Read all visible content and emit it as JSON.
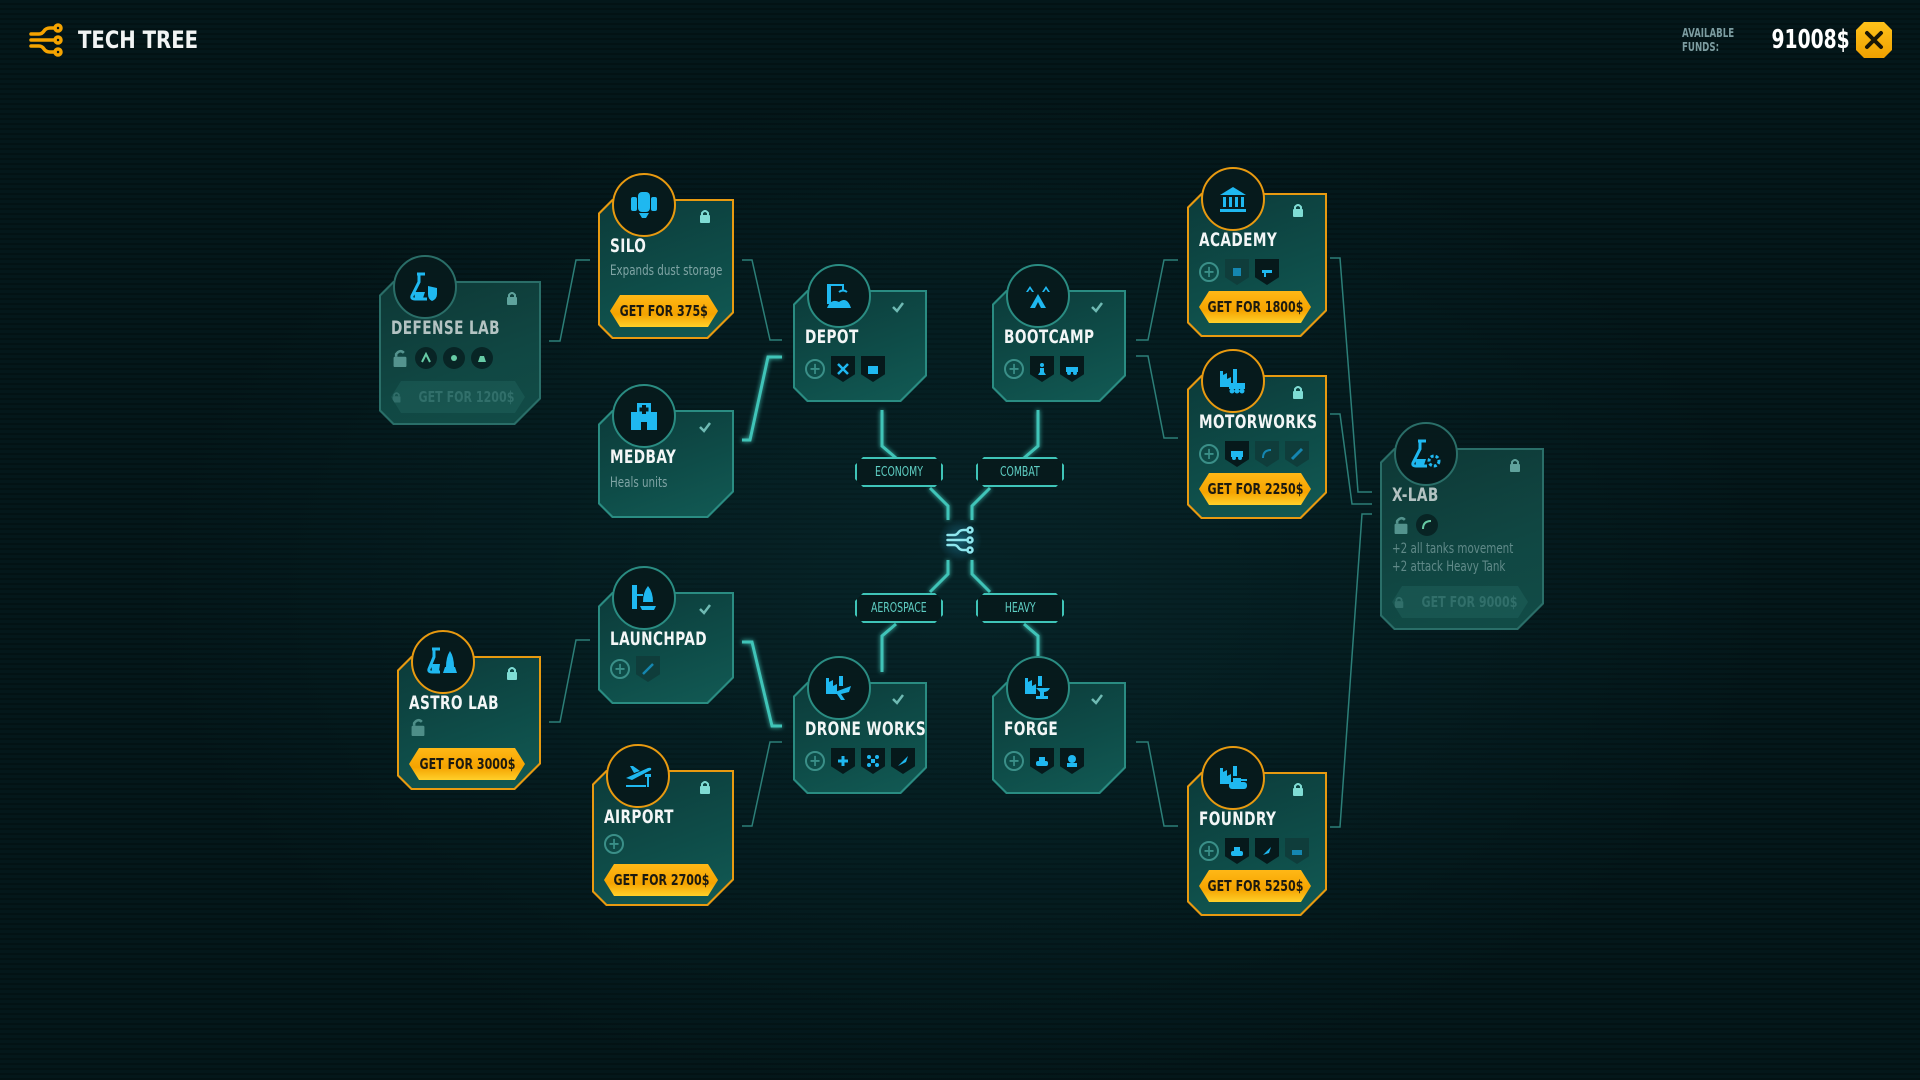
{
  "header": {
    "title": "TECH TREE",
    "icon": "tech-tree-circuit-icon",
    "funds_label_line1": "AVAILABLE",
    "funds_label_line2": "FUNDS:",
    "funds_amount": "91008$",
    "close_icon": "close-x-icon"
  },
  "colors": {
    "accent": "#f5a300",
    "teal_line": "#3fc4b8",
    "icon_blue": "#1fb8f0",
    "background": "#04171a"
  },
  "hub": {
    "icon": "tech-tree-circuit-icon",
    "branches": [
      {
        "label": "ECONOMY"
      },
      {
        "label": "COMBAT"
      },
      {
        "label": "AEROSPACE"
      },
      {
        "label": "HEAVY"
      }
    ]
  },
  "nodes": {
    "defense_lab": {
      "title": "DEFENSE LAB",
      "state": "locked",
      "icon": "flask-shield-icon",
      "perks": [
        "unlock-icon",
        "gloves-icon",
        "spiky-mine-icon",
        "bell-icon"
      ],
      "button": "GET FOR 1200$"
    },
    "silo": {
      "title": "SILO",
      "state": "buyable",
      "icon": "silo-icon",
      "desc": "Expands dust storage",
      "button": "GET FOR 375$"
    },
    "medbay": {
      "title": "MEDBAY",
      "state": "owned",
      "icon": "hospital-icon",
      "desc": "Heals units"
    },
    "depot": {
      "title": "DEPOT",
      "state": "owned",
      "icon": "crane-icon",
      "perks": [
        "add",
        "wrench-shovel-icon",
        "cargo-icon"
      ]
    },
    "bootcamp": {
      "title": "BOOTCAMP",
      "state": "owned",
      "icon": "tents-icon",
      "perks": [
        "add",
        "soldier-icon",
        "jeep-icon"
      ]
    },
    "academy": {
      "title": "ACADEMY",
      "state": "buyable",
      "icon": "academy-building-icon",
      "perks": [
        "add",
        "robot-locked-icon",
        "blaster-icon"
      ],
      "button": "GET FOR 1800$"
    },
    "motorworks": {
      "title": "MOTORWORKS",
      "state": "buyable",
      "icon": "factory-truck-icon",
      "perks": [
        "add",
        "armored-truck-icon",
        "radar-locked-icon",
        "missile-launcher-locked-icon"
      ],
      "button": "GET FOR 2250$"
    },
    "x_lab": {
      "title": "X-LAB",
      "state": "locked",
      "icon": "flask-gear-icon",
      "perks": [
        "unlock-icon",
        "radar-icon"
      ],
      "desc_line1": "+2 all tanks movement",
      "desc_line2": "+2 attack Heavy Tank",
      "button": "GET FOR 9000$"
    },
    "astro_lab": {
      "title": "ASTRO LAB",
      "state": "buyable",
      "icon": "flask-rocket-icon",
      "perks": [
        "unlock-icon"
      ],
      "button": "GET FOR 3000$"
    },
    "launchpad": {
      "title": "LAUNCHPAD",
      "state": "owned",
      "icon": "launch-tower-icon",
      "perks": [
        "add",
        "comet-locked-icon"
      ]
    },
    "airport": {
      "title": "AIRPORT",
      "state": "buyable",
      "icon": "airplane-runway-icon",
      "perks": [
        "add"
      ],
      "button": "GET FOR 2700$"
    },
    "drone_works": {
      "title": "DRONE WORKS",
      "state": "owned",
      "icon": "factory-plane-icon",
      "perks": [
        "add",
        "drone-icon",
        "quadcopter-icon",
        "jet-icon"
      ]
    },
    "forge": {
      "title": "FORGE",
      "state": "owned",
      "icon": "factory-anvil-icon",
      "perks": [
        "add",
        "tank-icon",
        "heavy-armor-icon"
      ]
    },
    "foundry": {
      "title": "FOUNDRY",
      "state": "buyable",
      "icon": "factory-tank-icon",
      "perks": [
        "add",
        "tank-icon",
        "rocket-icon",
        "artillery-locked-icon"
      ],
      "button": "GET FOR 5250$"
    }
  }
}
